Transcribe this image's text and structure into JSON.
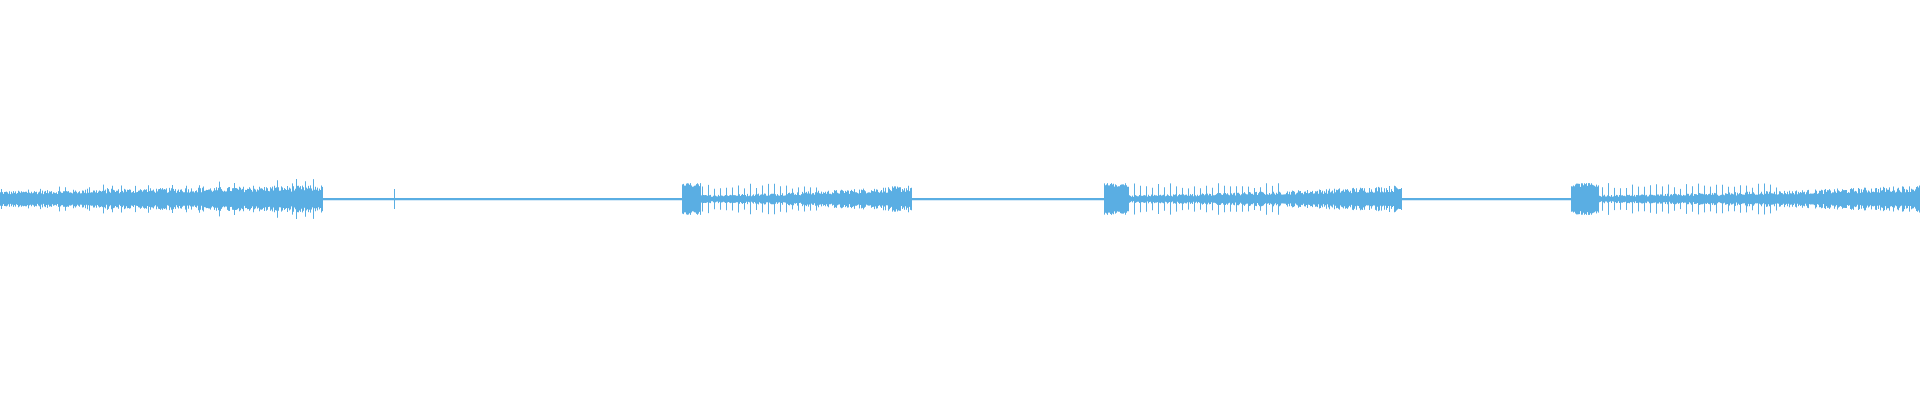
{
  "waveform": {
    "color": "#5aaee3",
    "background": "#ffffff",
    "segments": [
      {
        "start": 0.0,
        "end": 0.168,
        "pattern": "dense-ramp",
        "peak": 0.1
      },
      {
        "start": 0.168,
        "end": 0.355,
        "pattern": "silence",
        "peak": 0.005
      },
      {
        "start": 0.355,
        "end": 0.475,
        "pattern": "clicks-ramp",
        "peak": 0.12
      },
      {
        "start": 0.475,
        "end": 0.575,
        "pattern": "silence",
        "peak": 0.005
      },
      {
        "start": 0.575,
        "end": 0.73,
        "pattern": "clicks-ramp",
        "peak": 0.1
      },
      {
        "start": 0.73,
        "end": 0.818,
        "pattern": "silence",
        "peak": 0.005
      },
      {
        "start": 0.818,
        "end": 1.0,
        "pattern": "clicks-ramp",
        "peak": 0.12
      }
    ],
    "spikes": [
      0.205
    ]
  }
}
